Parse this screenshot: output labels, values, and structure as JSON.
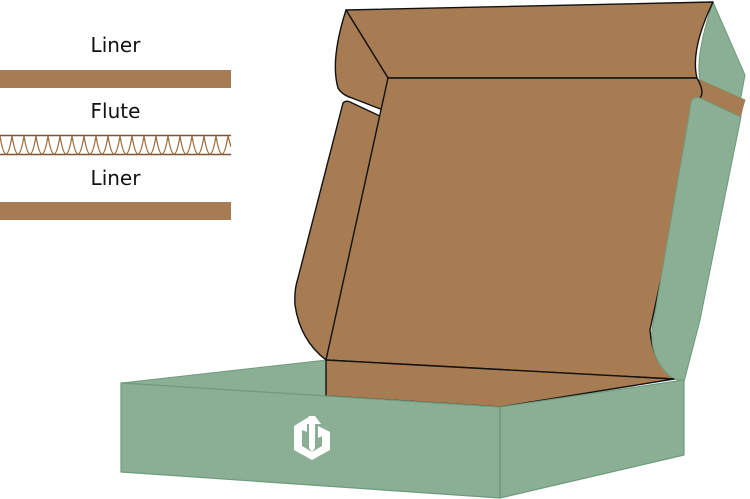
{
  "diagram": {
    "type": "corrugated-cardboard-mailer-box",
    "layers": [
      {
        "label": "Liner"
      },
      {
        "label": "Flute"
      },
      {
        "label": "Liner"
      }
    ],
    "logo": "hexagon-arrow-logo-icon"
  },
  "colors": {
    "kraft": "#a87c52",
    "kraft_stroke": "#111111",
    "green": "#8aaf94",
    "green_edge": "#6f9a7c",
    "logo": "#ffffff",
    "flute_line": "#a0703f",
    "flute_rail": "#7a5632"
  }
}
